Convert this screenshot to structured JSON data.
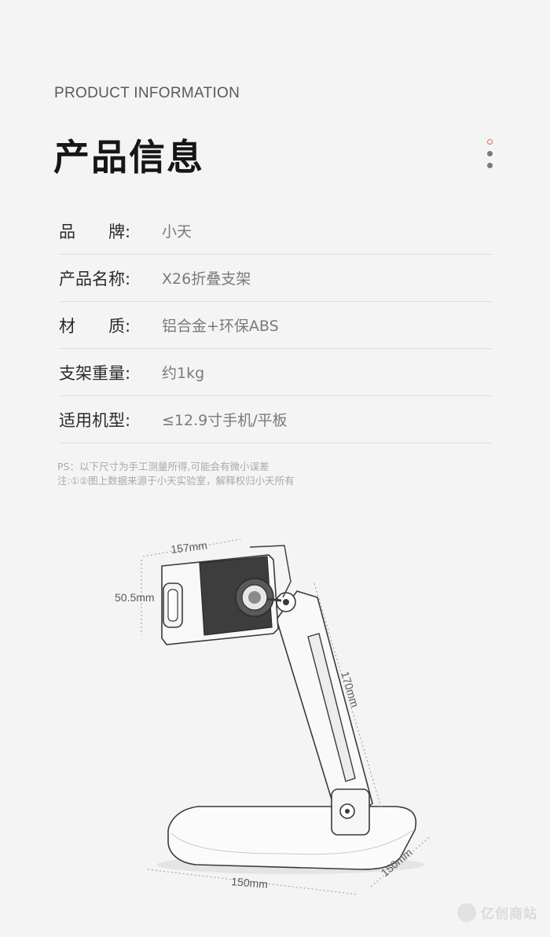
{
  "header": {
    "title_en": "PRODUCT INFORMATION",
    "title_cn": "产品信息"
  },
  "specs": [
    {
      "label": "品　　牌:",
      "value": "小天"
    },
    {
      "label": "产品名称:",
      "value": "X26折叠支架"
    },
    {
      "label": "材　　质:",
      "value": "铝合金+环保ABS"
    },
    {
      "label": "支架重量:",
      "value": "约1kg"
    },
    {
      "label": "适用机型:",
      "value": "≤12.9寸手机/平板"
    }
  ],
  "notes": {
    "line1": "PS：以下尺寸为手工测量所得,可能会有微小误差",
    "line2": "注:①②图上数据来源于小天实验室，解释权归小天所有"
  },
  "dimensions": {
    "top_width": "157mm",
    "holder_height": "50.5mm",
    "arm_length": "170mm",
    "base_width": "150mm",
    "base_depth": "150mm"
  },
  "watermark": {
    "text": "亿创商站"
  },
  "colors": {
    "accent": "#e26a4a",
    "text_dark": "#161616",
    "text_muted": "#7a7a7a"
  }
}
